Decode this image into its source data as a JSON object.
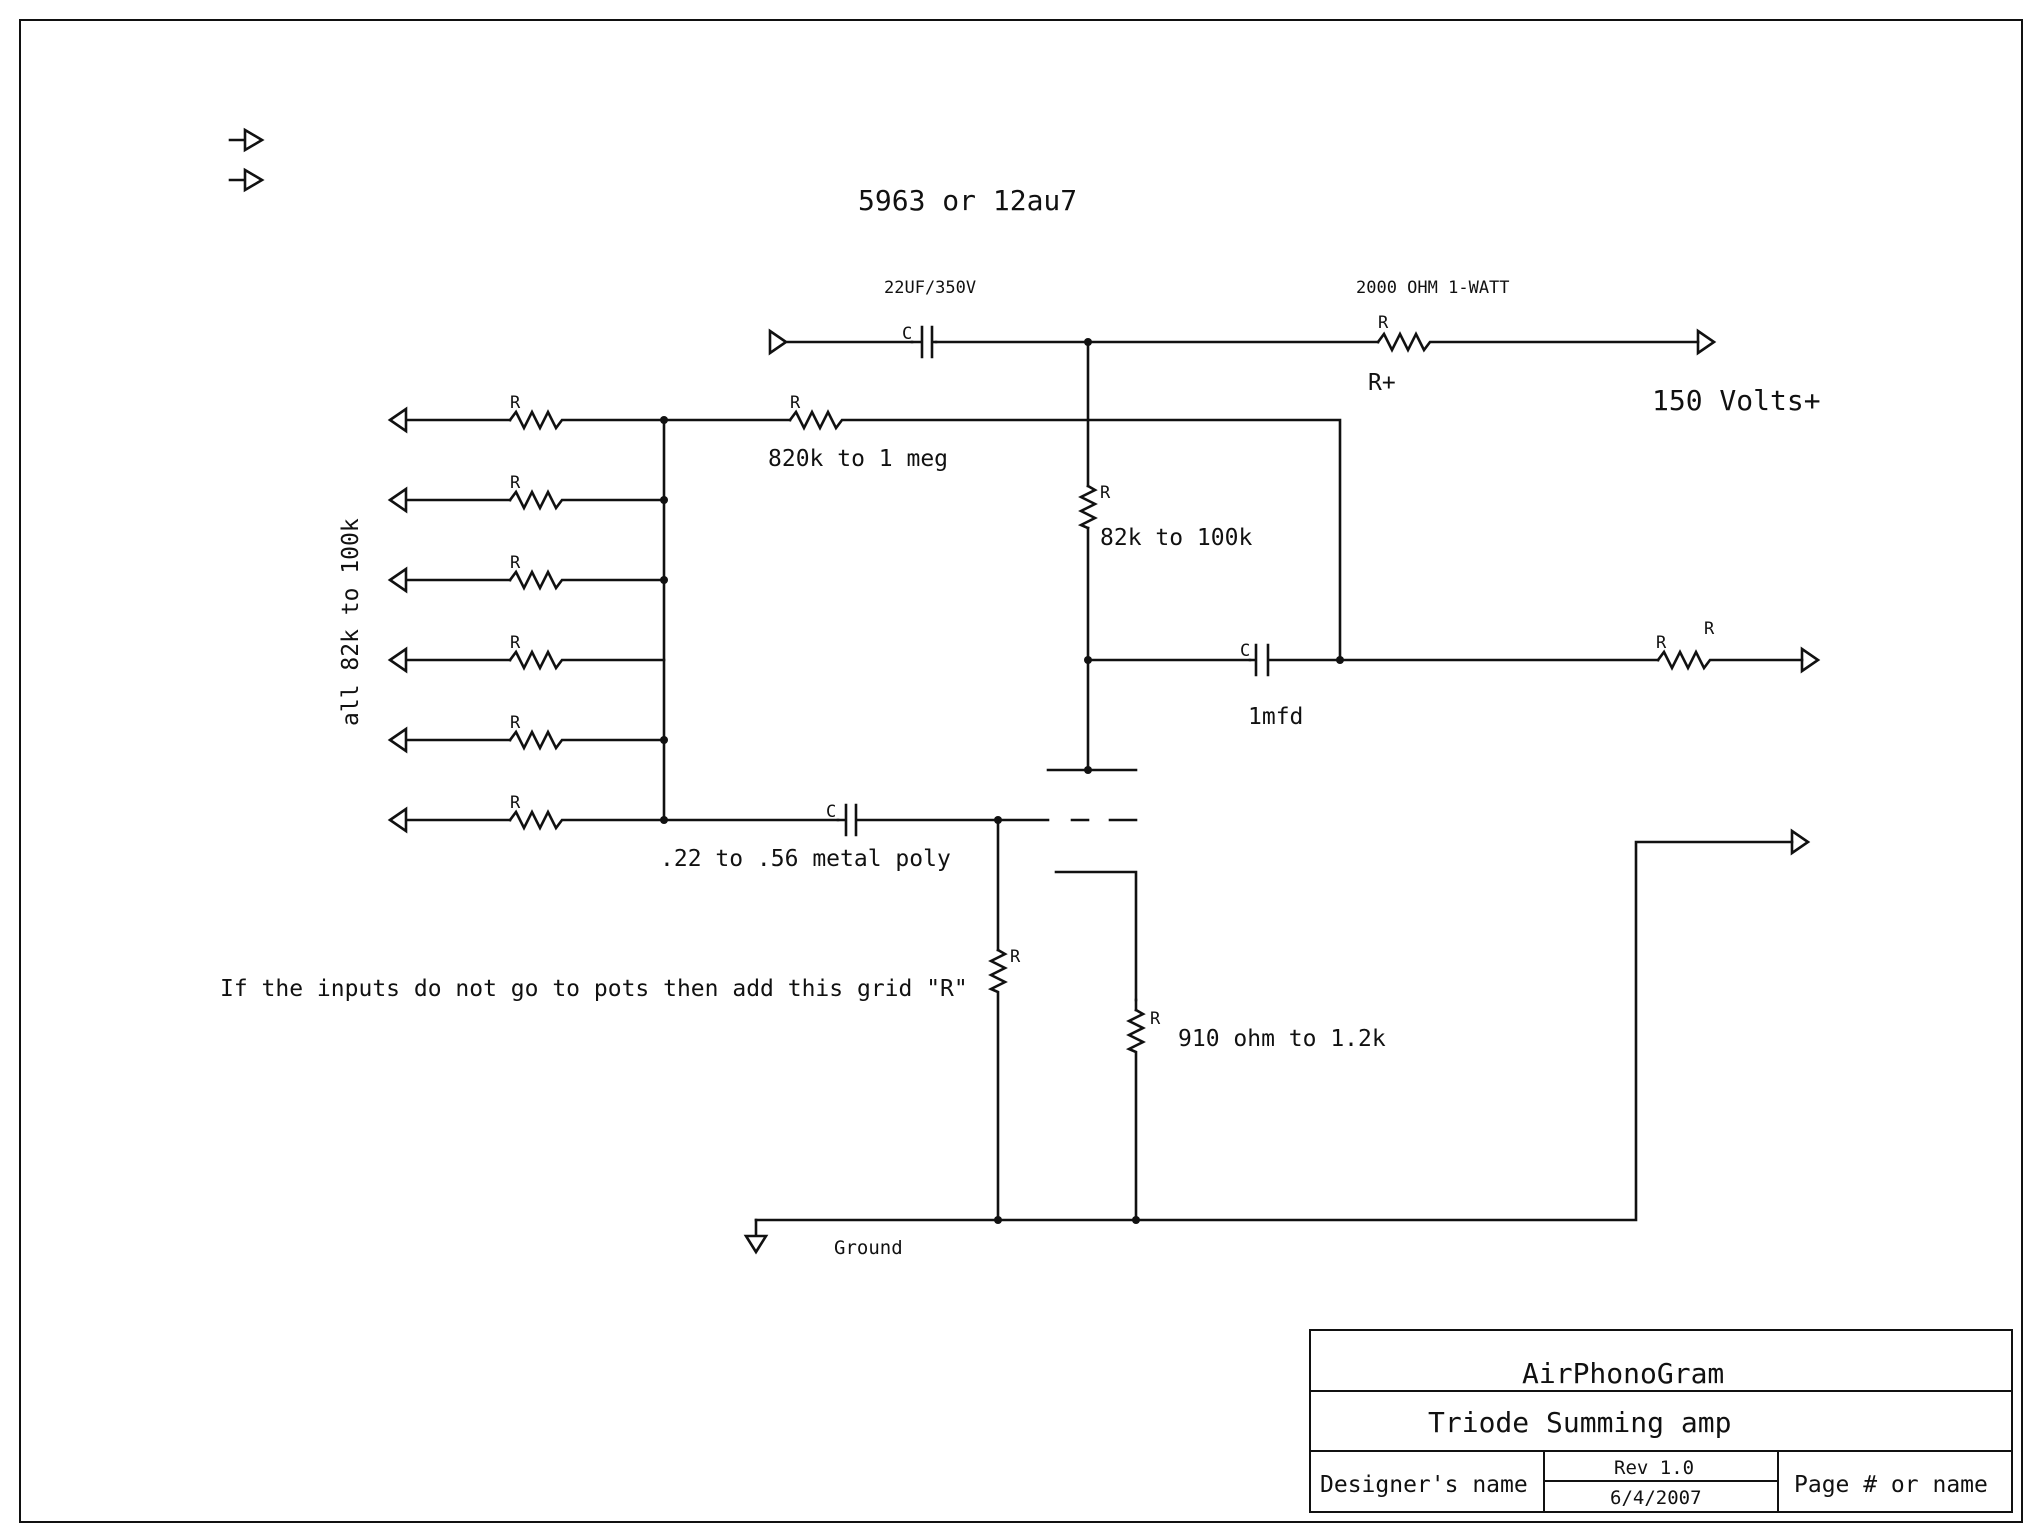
{
  "header": {
    "tube_label": "5963 or 12au7"
  },
  "components": {
    "c_top_ref": "C",
    "c_top_value": "22UF/350V",
    "r_plate_feed_ref": "R",
    "r_plate_feed_value": "2000 OHM 1-WATT",
    "supply_node": "R+",
    "supply_voltage": "150 Volts+",
    "r_feedback_ref": "R",
    "r_feedback_value": "820k to 1 meg",
    "r_plate_load_ref": "R",
    "r_plate_load_value": "82k to 100k",
    "c_output_ref": "C",
    "c_output_value": "1mfd",
    "r_output_ref_a": "R",
    "r_output_ref_b": "R",
    "c_input_ref": "C",
    "c_input_value": ".22 to .56 metal poly",
    "r_grid_ref": "R",
    "r_grid_note": "If the inputs do not go to pots then add this grid \"R\"",
    "r_cathode_ref": "R",
    "r_cathode_value": "910 ohm to 1.2k",
    "input_resistors_note": "all 82k to 100k",
    "input_resistor_refs": [
      "R",
      "R",
      "R",
      "R",
      "R",
      "R"
    ],
    "ground_label": "Ground"
  },
  "title_block": {
    "company": "AirPhonoGram",
    "title": "Triode Summing amp",
    "designer": "Designer's name",
    "revision": "Rev 1.0",
    "date": "6/4/2007",
    "page": "Page # or name"
  },
  "colors": {
    "ink": "#111111",
    "paper": "#ffffff"
  }
}
